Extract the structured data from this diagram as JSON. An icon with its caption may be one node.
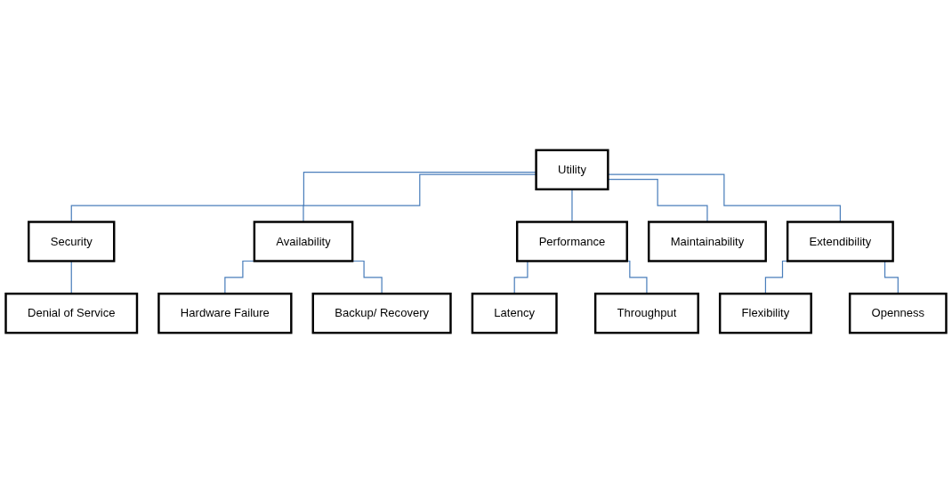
{
  "diagram": {
    "nodes": [
      {
        "text": [
          "Utility"
        ]
      },
      {
        "text": [
          "Security"
        ]
      },
      {
        "text": [
          "Availability"
        ]
      },
      {
        "text": [
          "Performance"
        ]
      },
      {
        "text": [
          "Maintainability"
        ]
      },
      {
        "text": [
          "Extendibility"
        ]
      },
      {
        "text": [
          "Denial of Service"
        ]
      },
      {
        "text": [
          "Hardware Failure"
        ]
      },
      {
        "text": [
          "Backup/ Recovery"
        ]
      },
      {
        "text": [
          "Latency"
        ]
      },
      {
        "text": [
          "Throughput"
        ]
      },
      {
        "text": [
          "Flexibility"
        ]
      },
      {
        "text": [
          "Openness"
        ]
      }
    ],
    "edges": [
      {
        "from": 0,
        "to": 1,
        "arrow": "none"
      },
      {
        "from": 0,
        "to": 2,
        "arrow": "none"
      },
      {
        "from": 0,
        "to": 3,
        "arrow": "none"
      },
      {
        "from": 0,
        "to": 4,
        "arrow": "none"
      },
      {
        "from": 0,
        "to": 5,
        "arrow": "none"
      },
      {
        "from": 1,
        "to": 6,
        "arrow": "none"
      },
      {
        "from": 2,
        "to": 7,
        "arrow": "none"
      },
      {
        "from": 2,
        "to": 8,
        "arrow": "none"
      },
      {
        "from": 3,
        "to": 9,
        "arrow": "none"
      },
      {
        "from": 3,
        "to": 10,
        "arrow": "none"
      },
      {
        "from": 5,
        "to": 11,
        "arrow": "none"
      },
      {
        "from": 5,
        "to": 12,
        "arrow": "none"
      }
    ]
  }
}
